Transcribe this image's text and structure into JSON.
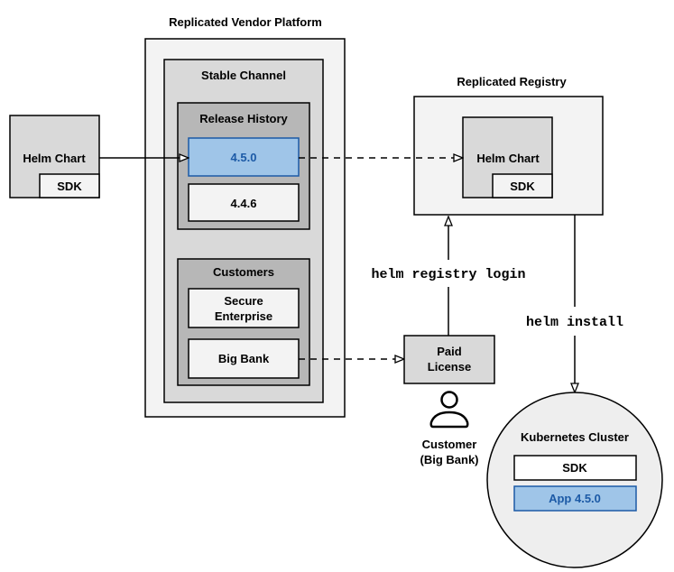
{
  "vendor_platform": {
    "title": "Replicated Vendor Platform",
    "stable_channel": {
      "title": "Stable Channel",
      "release_history": {
        "title": "Release History",
        "releases": [
          "4.5.0",
          "4.4.6"
        ]
      },
      "customers": {
        "title": "Customers",
        "items": [
          [
            "Secure",
            "Enterprise"
          ],
          [
            "Big Bank"
          ]
        ]
      }
    }
  },
  "source_chart": {
    "label": "Helm Chart",
    "sdk": "SDK"
  },
  "registry": {
    "title": "Replicated Registry",
    "chart": {
      "label": "Helm Chart",
      "sdk": "SDK"
    }
  },
  "commands": {
    "login": "helm registry login",
    "install": "helm install"
  },
  "license": {
    "line1": "Paid",
    "line2": "License"
  },
  "customer": {
    "line1": "Customer",
    "line2": "(Big Bank)",
    "icon": "person-icon"
  },
  "cluster": {
    "title": "Kubernetes Cluster",
    "sdk": "SDK",
    "app": "App 4.5.0"
  },
  "colors": {
    "highlight_fill": "#9fc5e8",
    "highlight_text": "#1c5aa6",
    "light": "#f3f3f3",
    "mid": "#d9d9d9",
    "dark": "#b7b7b7"
  }
}
